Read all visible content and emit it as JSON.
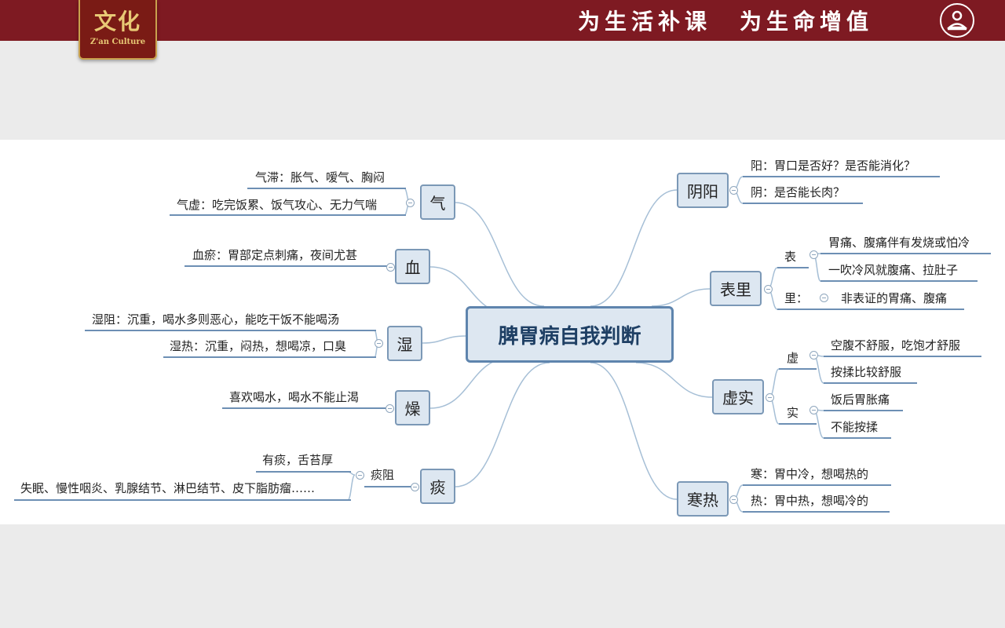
{
  "header": {
    "logo_text": "文化",
    "logo_subtitle": "Z'an Culture",
    "slogan_1": "为生活补课",
    "slogan_2": "为生命增值",
    "icon": "person-circle-icon",
    "colors": {
      "banner": "#7e1a22",
      "gold": "#c9a14d"
    }
  },
  "mindmap": {
    "center": "脾胃病自我判断",
    "left": [
      {
        "label": "气",
        "details": [
          "气滞：胀气、嗳气、胸闷",
          "气虚：吃完饭累、饭气攻心、无力气喘"
        ]
      },
      {
        "label": "血",
        "details": [
          "血瘀：胃部定点刺痛，夜间尤甚"
        ]
      },
      {
        "label": "湿",
        "details": [
          "湿阻：沉重，喝水多则恶心，能吃干饭不能喝汤",
          "湿热：沉重，闷热，想喝凉，口臭"
        ]
      },
      {
        "label": "燥",
        "details": [
          "喜欢喝水，喝水不能止渴"
        ]
      },
      {
        "label": "痰",
        "sub": "痰阻",
        "details": [
          "有痰，舌苔厚",
          "失眠、慢性咽炎、乳腺结节、淋巴结节、皮下脂肪瘤……"
        ]
      }
    ],
    "right": [
      {
        "label": "阴阳",
        "details": [
          "阳：胃口是否好？是否能消化？",
          "阴：是否能长肉？"
        ]
      },
      {
        "label": "表里",
        "groups": [
          {
            "label": "表",
            "details": [
              "胃痛、腹痛伴有发烧或怕冷",
              "一吹冷风就腹痛、拉肚子"
            ]
          },
          {
            "label": "里：",
            "details": [
              "非表证的胃痛、腹痛"
            ]
          }
        ]
      },
      {
        "label": "虚实",
        "groups": [
          {
            "label": "虚",
            "details": [
              "空腹不舒服，吃饱才舒服",
              "按揉比较舒服"
            ]
          },
          {
            "label": "实",
            "details": [
              "饭后胃胀痛",
              "不能按揉"
            ]
          }
        ]
      },
      {
        "label": "寒热",
        "details": [
          "寒：胃中冷，想喝热的",
          "热：胃中热，想喝冷的"
        ]
      }
    ]
  }
}
